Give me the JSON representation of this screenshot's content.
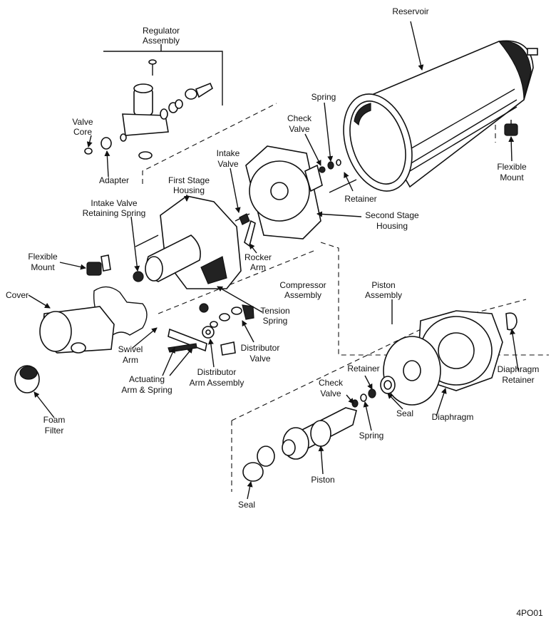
{
  "labels": {
    "reservoir": "Reservoir",
    "regulator_assembly": [
      "Regulator",
      "Assembly"
    ],
    "valve_core": [
      "Valve",
      "Core"
    ],
    "adapter": "Adapter",
    "spring_top": "Spring",
    "check_valve_top": [
      "Check",
      "Valve"
    ],
    "intake_valve": [
      "Intake",
      "Valve"
    ],
    "first_stage_housing": [
      "First Stage",
      "Housing"
    ],
    "intake_valve_retaining_spring": [
      "Intake Valve",
      "Retaining Spring"
    ],
    "retainer_top": "Retainer",
    "second_stage_housing": [
      "Second Stage",
      "Housing"
    ],
    "flexible_mount_right": [
      "Flexible",
      "Mount"
    ],
    "flexible_mount_left": [
      "Flexible",
      "Mount"
    ],
    "rocker_arm": [
      "Rocker",
      "Arm"
    ],
    "compressor_assembly": [
      "Compressor",
      "Assembly"
    ],
    "piston_assembly": [
      "Piston",
      "Assembly"
    ],
    "cover": "Cover",
    "tension_spring": [
      "Tension",
      "Spring"
    ],
    "swivel_arm": [
      "Swivel",
      "Arm"
    ],
    "distributor_valve": [
      "Distributor",
      "Valve"
    ],
    "actuating_arm_spring": [
      "Actuating",
      "Arm & Spring"
    ],
    "distributor_arm_assembly": [
      "Distributor",
      "Arm Assembly"
    ],
    "retainer_bottom": "Retainer",
    "check_valve_bottom": [
      "Check",
      "Valve"
    ],
    "diaphragm_retainer": [
      "Diaphragm",
      "Retainer"
    ],
    "foam_filter": [
      "Foam",
      "Filter"
    ],
    "seal_right": "Seal",
    "diaphragm": "Diaphragm",
    "spring_bottom": "Spring",
    "piston": "Piston",
    "seal_left": "Seal"
  },
  "figure_code": "4PO01"
}
